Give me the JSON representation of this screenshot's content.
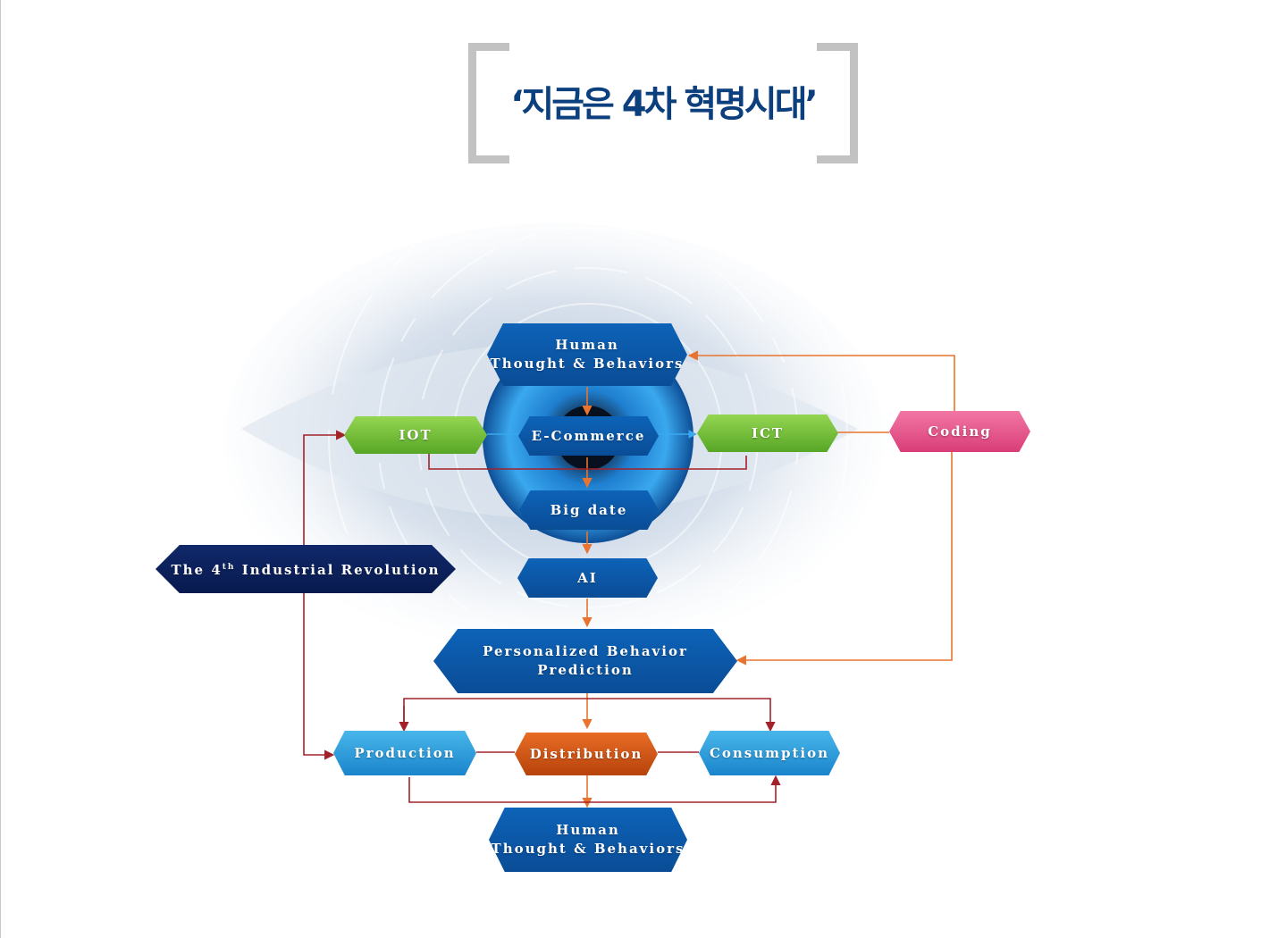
{
  "title": "‘지금은 4차 혁명시대’",
  "nodes": {
    "human_top": {
      "line1": "Human",
      "line2": "Thought & Behaviors"
    },
    "iot": "IOT",
    "ecommerce": "E-Commerce",
    "ict": "ICT",
    "coding": "Coding",
    "bigdata": "Big date",
    "ai": "AI",
    "revolution": {
      "pre": "The 4",
      "sup": "th",
      "post": " Industrial Revolution"
    },
    "prediction": "Personalized Behavior Prediction",
    "production": "Production",
    "distribution": "Distribution",
    "consumption": "Consumption",
    "human_bottom": {
      "line1": "Human",
      "line2": "Thought & Behaviors"
    }
  },
  "colors": {
    "navy_node": "#0b56a6",
    "green_node": "#6fbe37",
    "pink_node": "#e2508a",
    "sky_node": "#2a9ad8",
    "orange_node": "#d0561b",
    "dark_node": "#0b2261",
    "orange_arrow": "#e8742f",
    "red_arrow": "#a3222a"
  }
}
